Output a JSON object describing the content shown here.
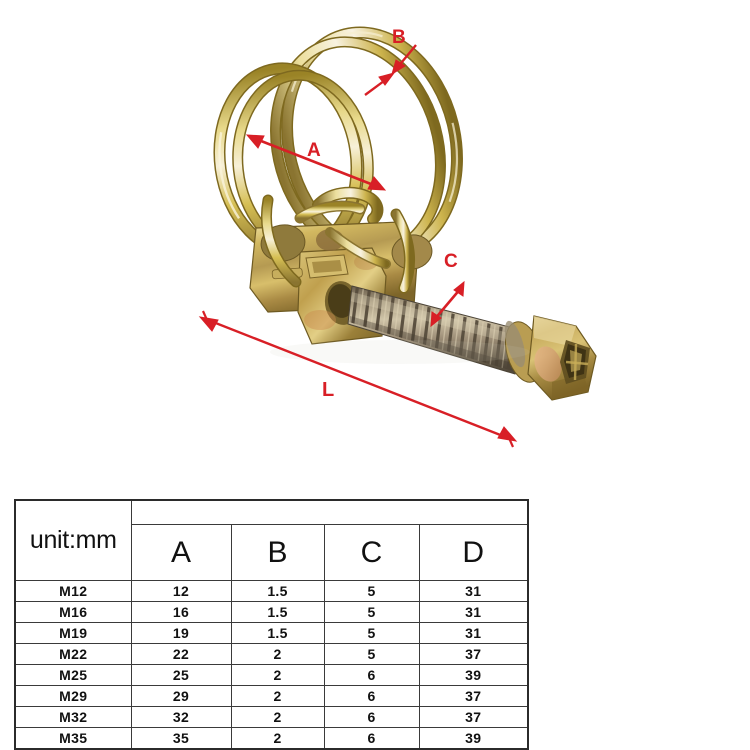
{
  "product": {
    "name": "double-wire-hose-clamp",
    "description": "Yellow zinc plated double wire hose clamp with hex-head slotted screw",
    "colors": {
      "wire_gold": "#d8c04a",
      "wire_gold_dark": "#9a8326",
      "wire_highlight": "#f3ead0",
      "plate_gold": "#c9b04c",
      "plate_shadow": "#8a7430",
      "screw_body": "#8d7f68",
      "screw_dark": "#5d5243",
      "screw_light": "#b5a88d",
      "head_gold": "#c3a95a",
      "background": "#ffffff",
      "annotation_red": "#d81f26"
    }
  },
  "annotations": {
    "A": {
      "label": "A",
      "meaning": "inner clamp diameter"
    },
    "B": {
      "label": "B",
      "meaning": "wire thickness"
    },
    "C": {
      "label": "C",
      "meaning": "screw diameter"
    },
    "L": {
      "label": "L",
      "meaning": "overall length"
    }
  },
  "table": {
    "unit_label": "unit:mm",
    "columns": [
      "A",
      "B",
      "C",
      "D"
    ],
    "rows": [
      {
        "size": "M12",
        "A": "12",
        "B": "1.5",
        "C": "5",
        "D": "31"
      },
      {
        "size": "M16",
        "A": "16",
        "B": "1.5",
        "C": "5",
        "D": "31"
      },
      {
        "size": "M19",
        "A": "19",
        "B": "1.5",
        "C": "5",
        "D": "31"
      },
      {
        "size": "M22",
        "A": "22",
        "B": "2",
        "C": "5",
        "D": "37"
      },
      {
        "size": "M25",
        "A": "25",
        "B": "2",
        "C": "6",
        "D": "39"
      },
      {
        "size": "M29",
        "A": "29",
        "B": "2",
        "C": "6",
        "D": "37"
      },
      {
        "size": "M32",
        "A": "32",
        "B": "2",
        "C": "6",
        "D": "37"
      },
      {
        "size": "M35",
        "A": "35",
        "B": "2",
        "C": "6",
        "D": "39"
      }
    ]
  }
}
